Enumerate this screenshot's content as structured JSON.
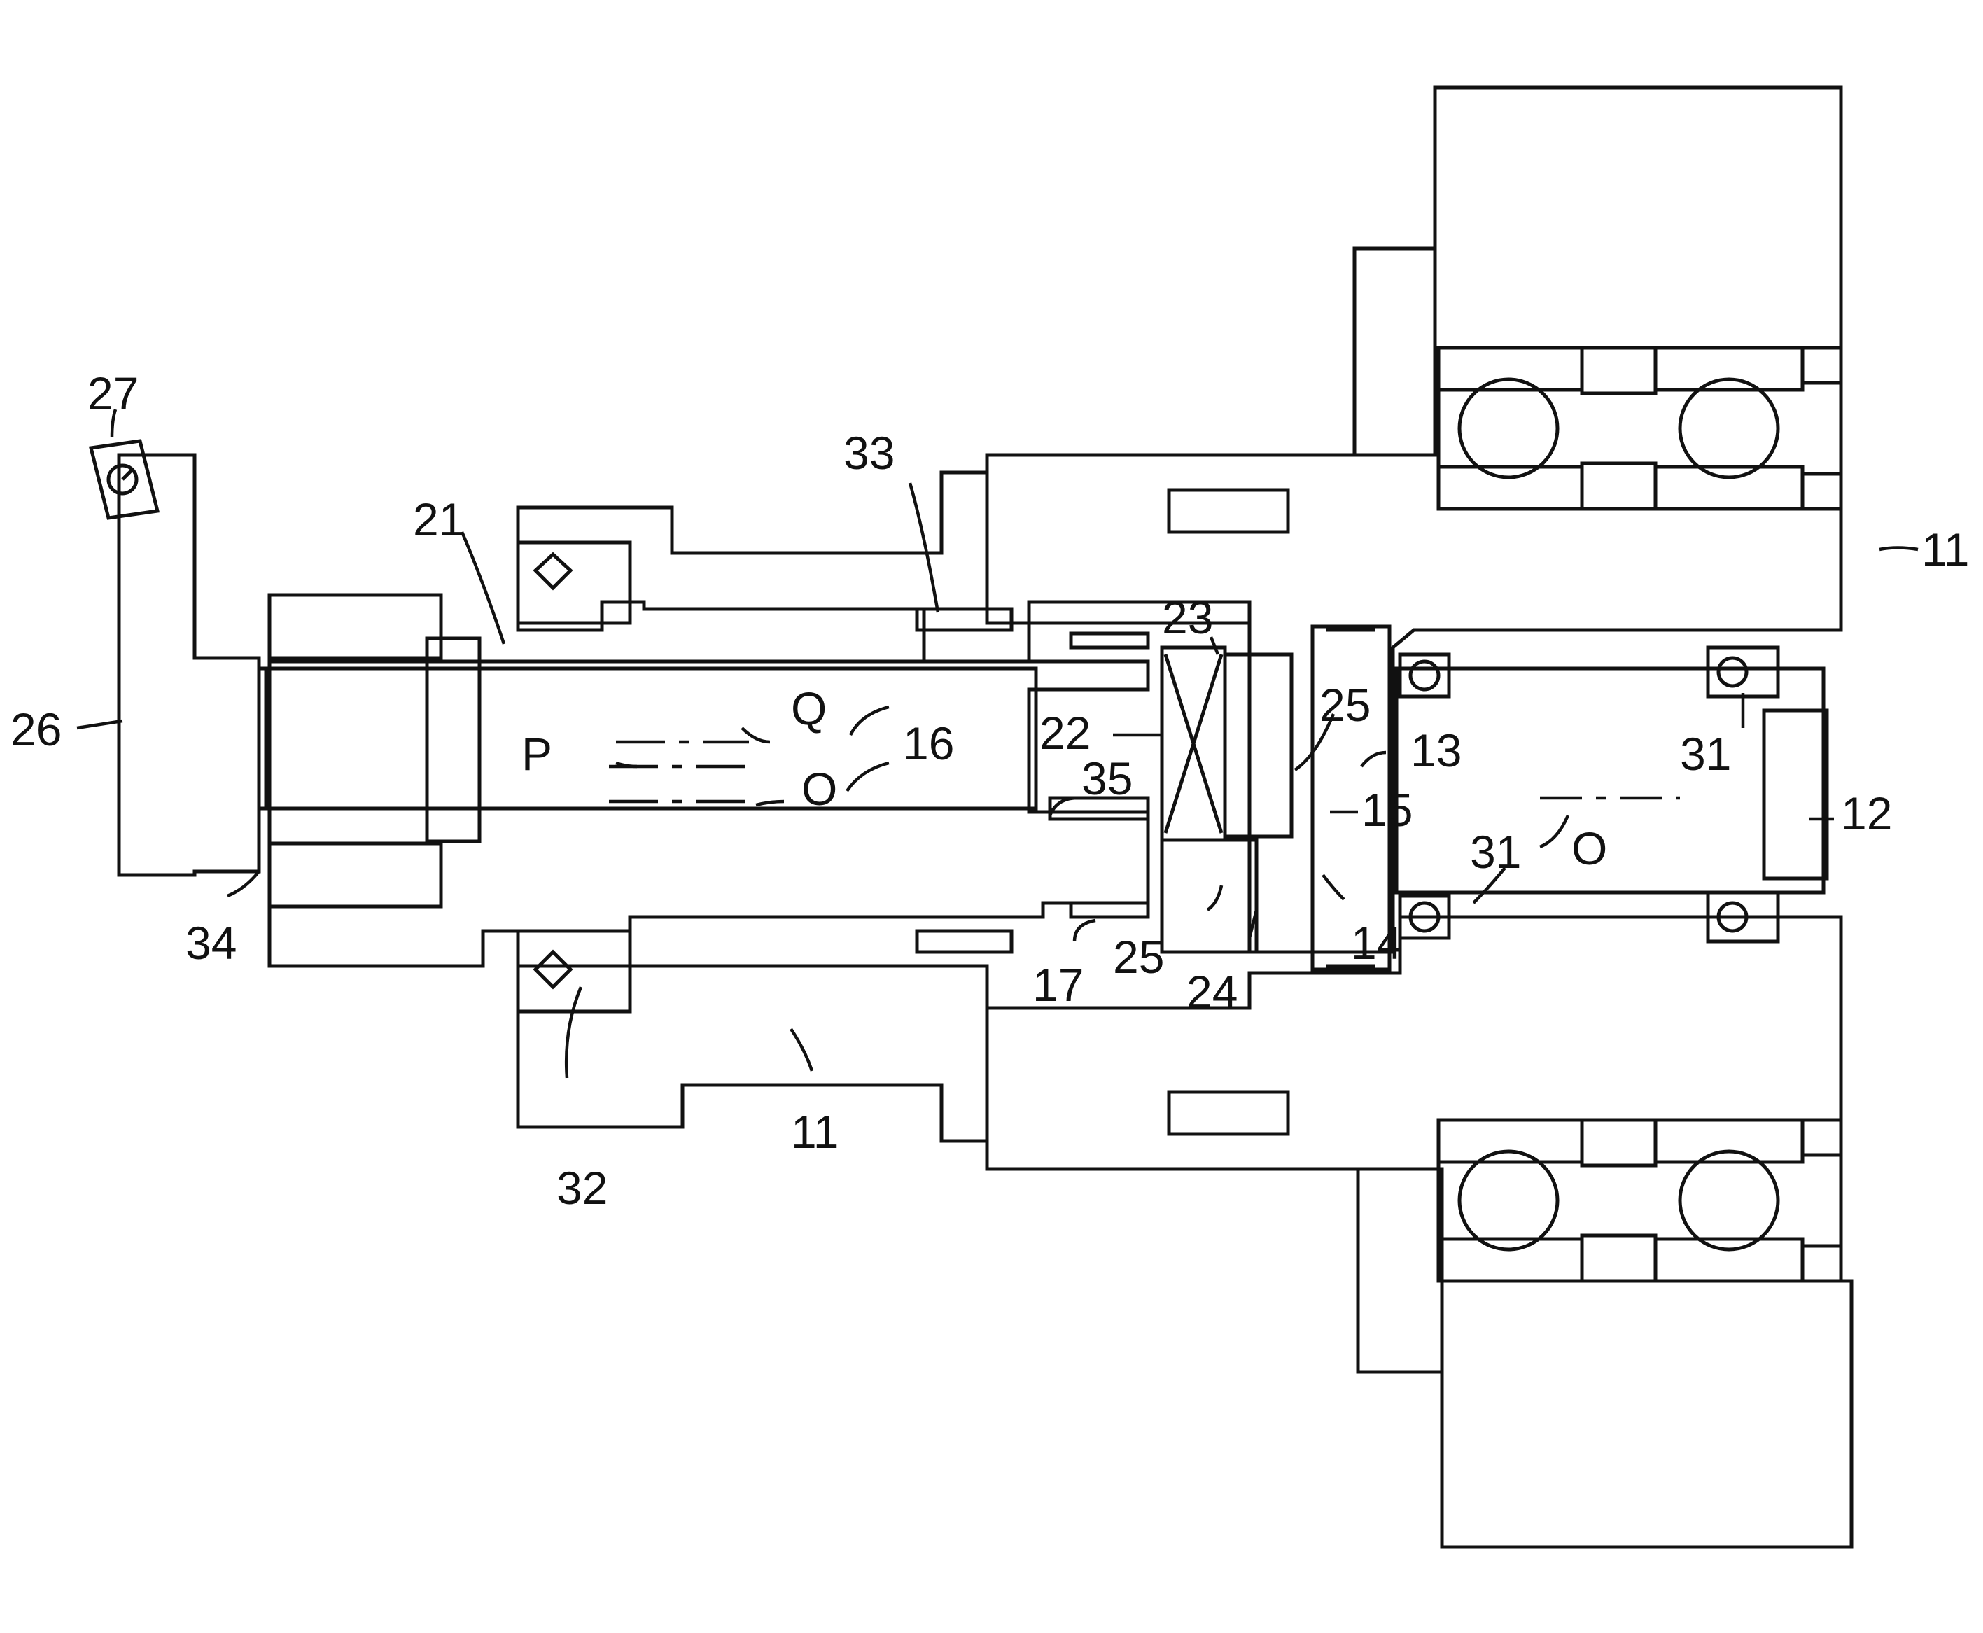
{
  "labels": {
    "l11a": "11",
    "l11b": "11",
    "l12": "12",
    "l13": "13",
    "l14": "14",
    "l15": "15",
    "l16a": "16",
    "l17": "17",
    "l21": "21",
    "l22": "22",
    "l23": "23",
    "l24": "24",
    "l25a": "25",
    "l25b": "25",
    "l26": "26",
    "l27": "27",
    "l31a": "31",
    "l31b": "31",
    "l32": "32",
    "l33": "33",
    "l34": "34",
    "l35": "35",
    "lP": "P",
    "lQ": "Q",
    "lO1": "O",
    "lO2": "O"
  },
  "colors": {
    "line": "#111111",
    "background": "#ffffff"
  }
}
